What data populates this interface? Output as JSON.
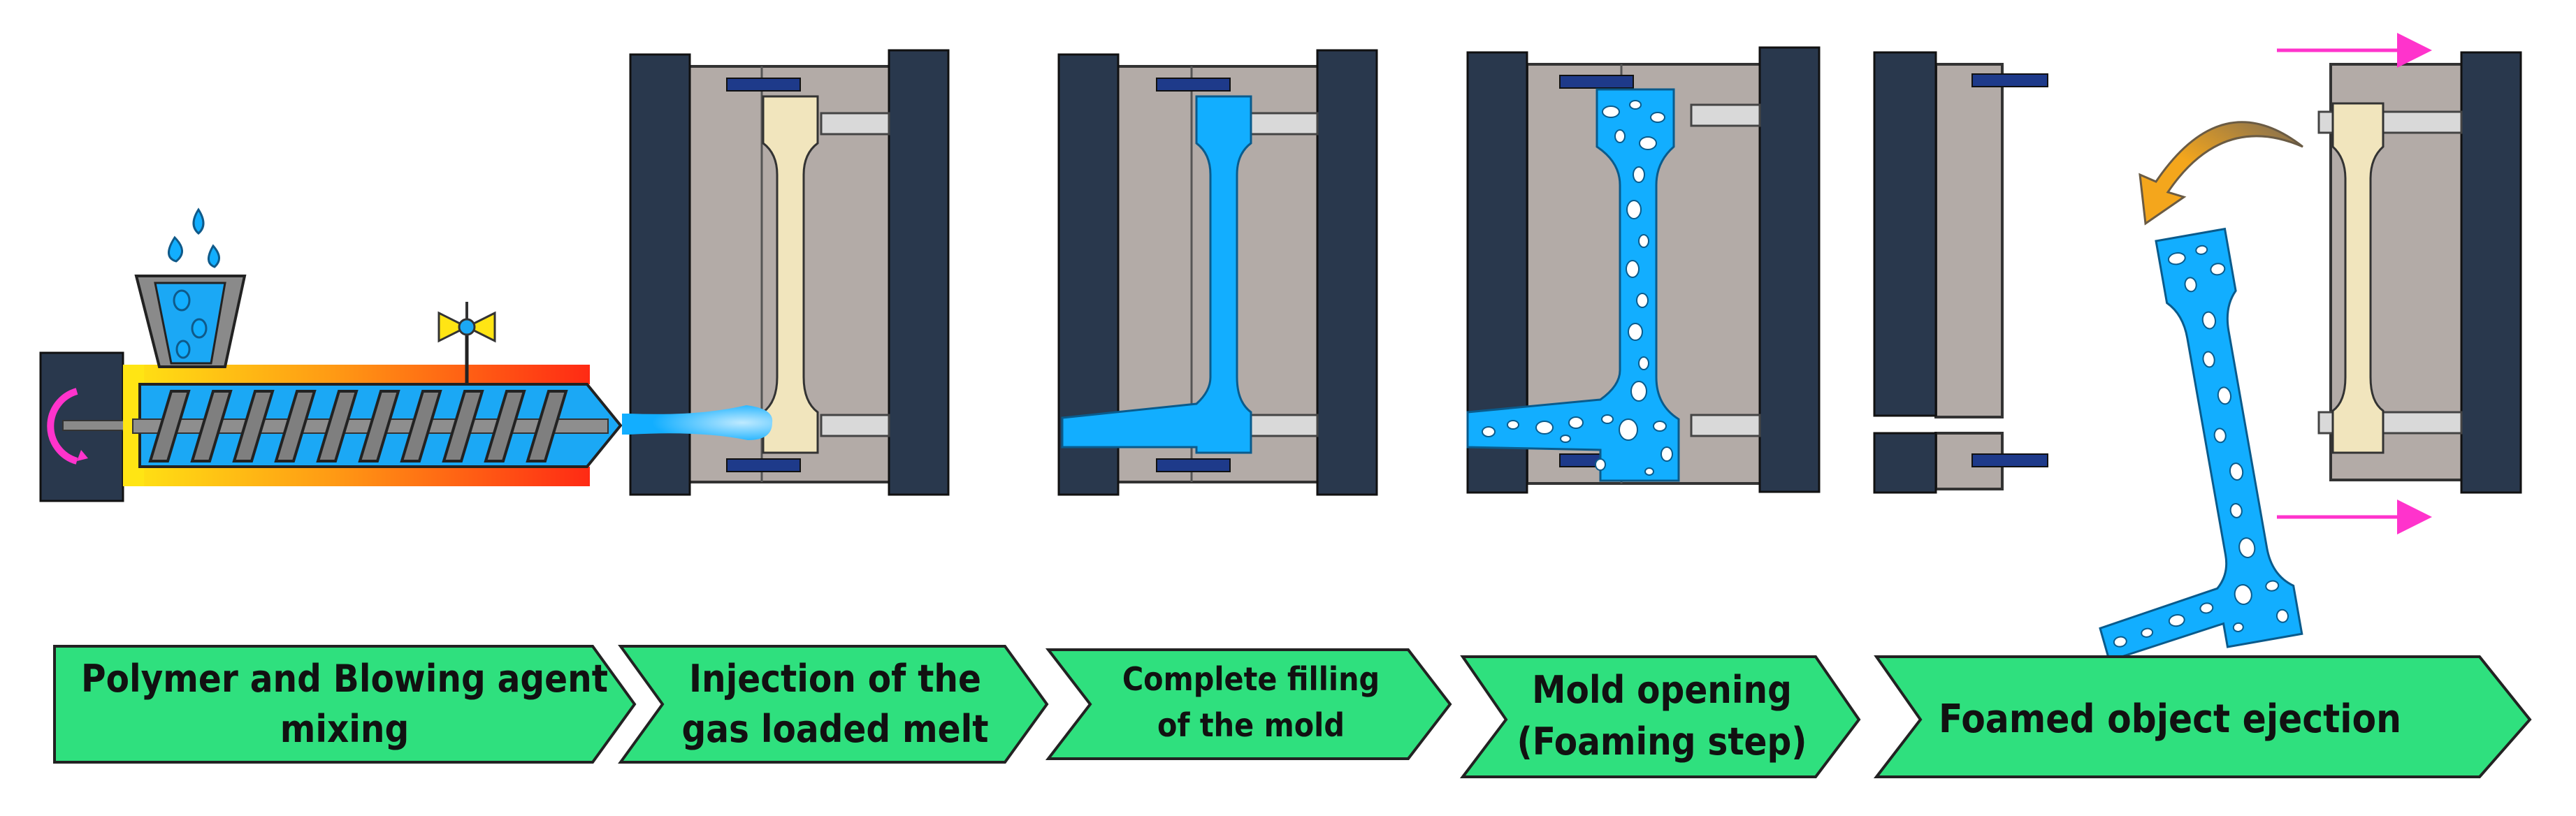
{
  "colors": {
    "frame": "#29384d",
    "mold": "#b3aba7",
    "mold_edge": "#3a3a3a",
    "melt": "#12aeff",
    "cavity_empty": "#f1e5bd",
    "arrow_fill": "#2fe07e",
    "ejection_arrow": "#ff33cc",
    "rotation_arrow": "#f4a61c",
    "heater_hot": "#ff2a14",
    "heater_warm": "#ffe514",
    "barrel": "#1ba8f5",
    "screw_flight": "#7f7f7f"
  },
  "icons": {
    "motor": "motor-icon",
    "valve": "gas-valve-icon",
    "hopper": "hopper-icon"
  },
  "steps": [
    {
      "line1": "Polymer and Blowing agent",
      "line2": "mixing"
    },
    {
      "line1": "Injection of the",
      "line2": "gas loaded melt"
    },
    {
      "line1": "Complete filling",
      "line2": "of the mold"
    },
    {
      "line1": "Mold opening",
      "line2": "(Foaming step)"
    },
    {
      "line1": "Foamed object ejection",
      "line2": ""
    }
  ]
}
